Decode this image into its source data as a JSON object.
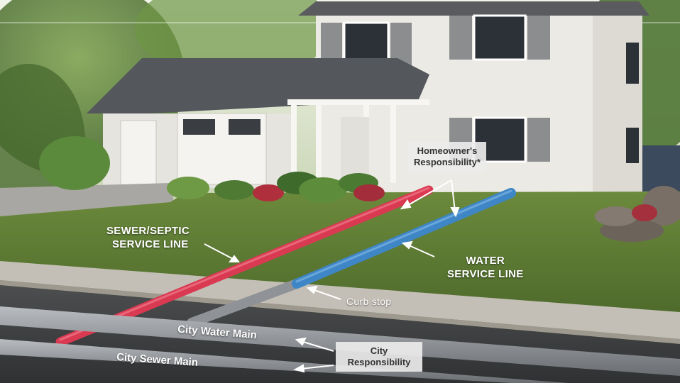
{
  "labels": {
    "homeowner": [
      "Homeowner's",
      "Responsibility*"
    ],
    "sewer_line": [
      "SEWER/SEPTIC",
      "SERVICE LINE"
    ],
    "water_line": [
      "WATER",
      "SERVICE LINE"
    ],
    "curb_stop": "Curb stop",
    "city_water_main": "City Water Main",
    "city_sewer_main": "City Sewer Main",
    "city_responsibility": [
      "City",
      "Responsibility"
    ]
  },
  "colors": {
    "sewer_pipe": "#d93a52",
    "water_pipe": "#3e86c6",
    "main_pipe": "#8a8d91",
    "lawn": "#5e7a36",
    "sky": "#dfe9d8",
    "house_siding": "#eceae4"
  }
}
